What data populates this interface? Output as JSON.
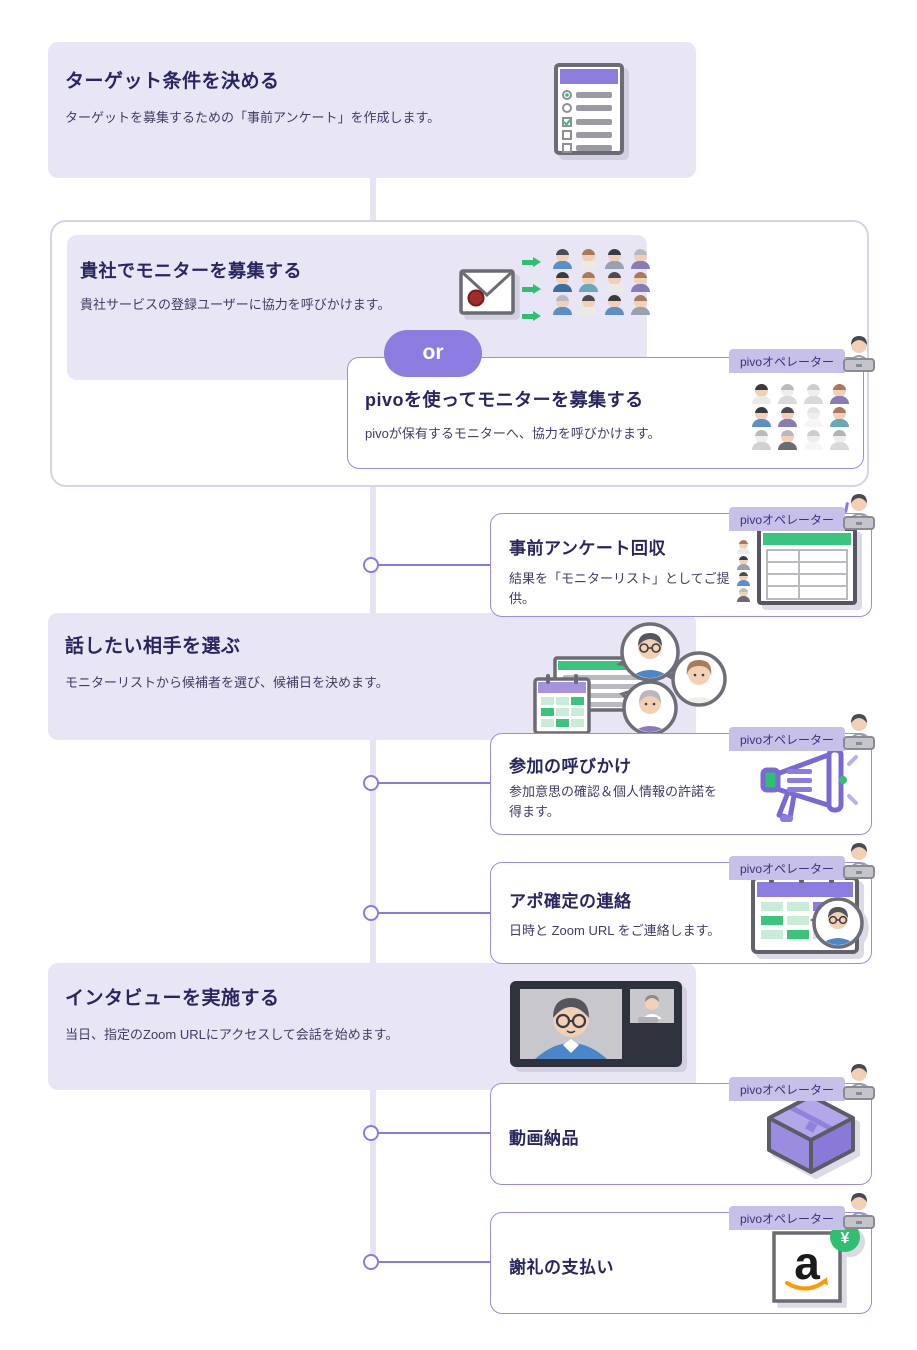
{
  "colors": {
    "panel_fill": "#e8e6f4",
    "group_border": "#d7d2ec",
    "card_border": "#9b8ce0",
    "accent_purple": "#8d7ce0",
    "title_text": "#29265f",
    "body_text": "#403c63",
    "tag_fill": "#c7c0e8",
    "tag_text": "#3b327c",
    "connector": "#8a7ae0",
    "green": "#2fbf71",
    "amazon_orange": "#ff9900",
    "wax_red": "#a02c2c"
  },
  "connector": {
    "or_label": "or"
  },
  "operator": {
    "label": "pivoオペレーター",
    "icon": "operator-at-laptop-icon"
  },
  "steps": {
    "decide_target": {
      "title": "ターゲット条件を決める",
      "desc": "ターゲットを募集するための「事前アンケート」を作成します。",
      "icon": "survey-form-icon"
    },
    "recruit_company": {
      "title": "貴社でモニターを募集する",
      "desc": "貴社サービスの登録ユーザーに協力を呼びかけます。",
      "icon": "mail-to-users-icon"
    },
    "recruit_pivo": {
      "title": "pivoを使ってモニターを募集する",
      "desc": "pivoが保有するモニターへ、協力を呼びかけます。",
      "icon": "monitor-pool-icon"
    },
    "collect_survey": {
      "title": "事前アンケート回収",
      "desc": "結果を「モニターリスト」としてご提供。",
      "icon": "monitor-list-table-icon"
    },
    "choose_partner": {
      "title": "話したい相手を選ぶ",
      "desc": "モニターリストから候補者を選び、候補日を決めます。",
      "icon": "candidates-bubbles-icon"
    },
    "invite": {
      "title": "参加の呼びかけ",
      "desc": "参加意思の確認＆個人情報の許諾を得ます。",
      "icon": "megaphone-icon"
    },
    "confirm_appointment": {
      "title": "アポ確定の連絡",
      "desc": "日時と Zoom URL をご連絡します。",
      "icon": "calendar-contact-icon"
    },
    "interview": {
      "title": "インタビューを実施する",
      "desc": "当日、指定のZoom URLにアクセスして会話を始めます。",
      "icon": "video-call-icon"
    },
    "video_delivery": {
      "title": "動画納品",
      "icon": "package-box-icon"
    },
    "reward_payment": {
      "title": "謝礼の支払い",
      "icon": "amazon-gift-card-icon",
      "amazon_letter": "a",
      "badge": "¥"
    }
  }
}
